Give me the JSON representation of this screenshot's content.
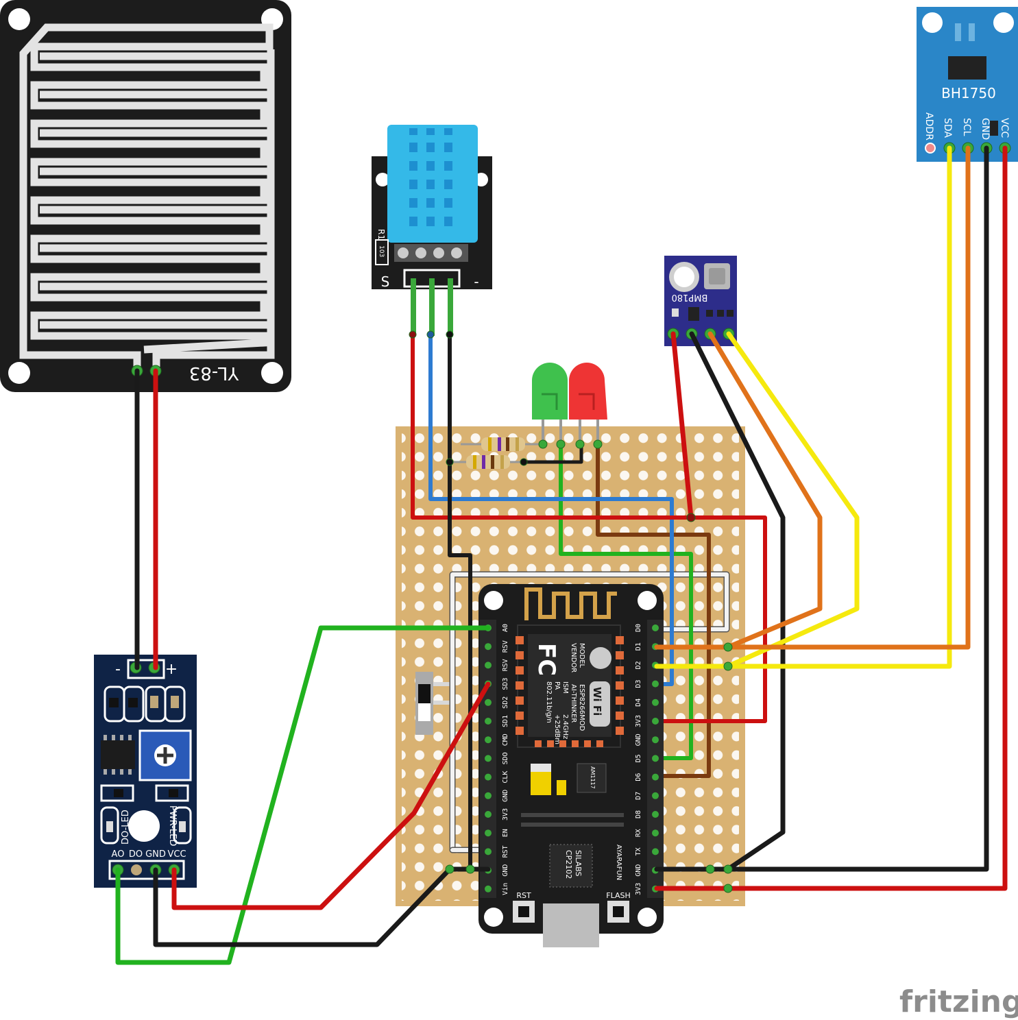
{
  "rain_sensor_plate": {
    "label": "YL-83"
  },
  "rain_sensor_module": {
    "plus": "+",
    "minus": "-",
    "pins": [
      "AO",
      "DO",
      "GND",
      "VCC"
    ],
    "led_do": "DO-LED",
    "led_pwr": "PWR-LED"
  },
  "dht_module": {
    "pin_s": "S",
    "pin_minus": "-",
    "resistor": "R1",
    "resistor_code": "103"
  },
  "bmp_module": {
    "label": "BMP180"
  },
  "bh_module": {
    "label": "BH1750",
    "pins": [
      "ADDR",
      "SDA",
      "SCL",
      "GND",
      "VCC"
    ]
  },
  "nodemcu": {
    "left_pins": [
      "A0",
      "RSV",
      "RSV",
      "SD3",
      "SD2",
      "SD1",
      "CMD",
      "SDO",
      "CLK",
      "GND",
      "3V3",
      "EN",
      "RST",
      "GND",
      "Vin"
    ],
    "right_pins": [
      "D0",
      "D1",
      "D2",
      "D3",
      "D4",
      "3V3",
      "GND",
      "D5",
      "D6",
      "D7",
      "D8",
      "RX",
      "TX",
      "GND",
      "3V3"
    ],
    "esp_model": [
      "MODEL",
      "VENDOR",
      "ISM",
      "PA",
      "802.11b/g/n"
    ],
    "esp_values": [
      "ESP8266MOD",
      "AI-THINKER",
      "2.4GHz",
      "+25dBm",
      ""
    ],
    "wifi": "Wi Fi",
    "fcc": "FC",
    "chip": [
      "SILABS",
      "CP2102"
    ],
    "regulator": "AM1117",
    "brand": "AYARAFUN",
    "btn_rst": "RST",
    "btn_flash": "FLASH"
  },
  "watermark": "fritzing",
  "colors": {
    "board": "#d9b272",
    "wire_red": "#cc1010",
    "wire_black": "#1a1a1a",
    "wire_green": "#21b21f",
    "wire_blue": "#2d7bd1",
    "wire_yellow": "#f5e90e",
    "wire_orange": "#e0721a",
    "wire_brown": "#7a3a10",
    "wire_white": "#dddddd"
  }
}
